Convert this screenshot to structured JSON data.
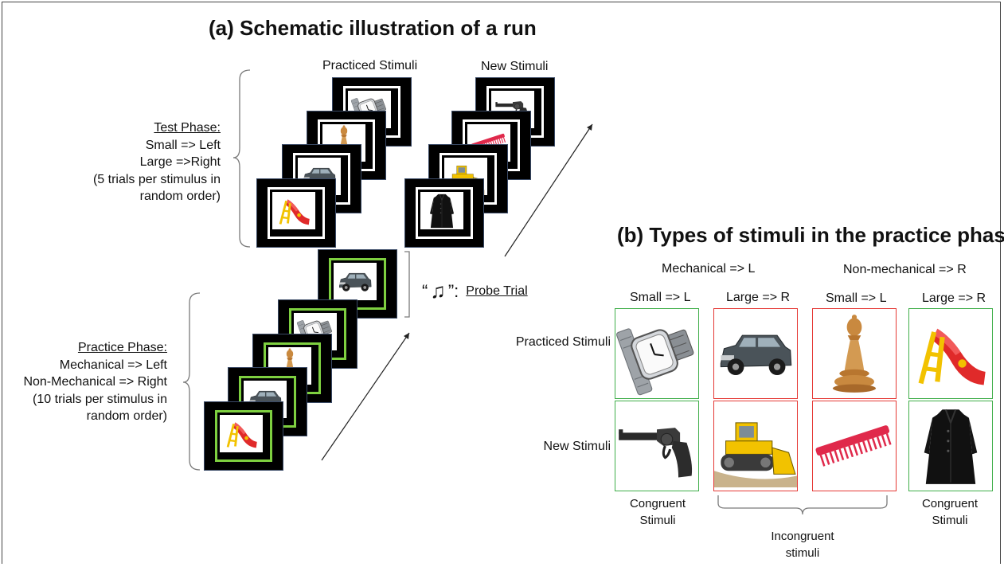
{
  "panel_a": {
    "title": "(a) Schematic illustration of a run",
    "practiced_header": "Practiced Stimuli",
    "new_header": "New Stimuli",
    "test_phase": {
      "heading": "Test Phase:",
      "line1": "Small => Left",
      "line2": "Large =>Right",
      "line3": "(5 trials per stimulus in",
      "line4": "random order)"
    },
    "practice_phase": {
      "heading": "Practice Phase:",
      "line1": "Mechanical => Left",
      "line2": "Non-Mechanical => Right",
      "line3": "(10 trials per stimulus in",
      "line4": "random order)"
    },
    "probe": {
      "quote_open": "“",
      "note_symbol": "♫",
      "quote_close": "”:",
      "label": "Probe Trial"
    }
  },
  "panel_b": {
    "title": "(b) Types of stimuli in the practice phase",
    "group_mechanical": "Mechanical => L",
    "group_nonmechanical": "Non-mechanical => R",
    "col_labels": [
      "Small => L",
      "Large => R",
      "Small => L",
      "Large => R"
    ],
    "row_labels": [
      "Practiced Stimuli",
      "New Stimuli"
    ],
    "congruent_left": [
      "Congruent",
      "Stimuli"
    ],
    "congruent_right": [
      "Congruent",
      "Stimuli"
    ],
    "incongruent": [
      "Incongruent",
      "stimuli"
    ],
    "colors": {
      "congruent": "#3fae49",
      "incongruent": "#e53935"
    },
    "cells": [
      [
        "watch-icon",
        "suv-icon",
        "chess-bishop-icon",
        "slide-icon"
      ],
      [
        "revolver-icon",
        "bulldozer-icon",
        "comb-icon",
        "coat-icon"
      ]
    ]
  },
  "colors": {
    "screen_bg": "#000000",
    "test_ring": "#ffffff",
    "practice_ring": "#7ed040"
  }
}
